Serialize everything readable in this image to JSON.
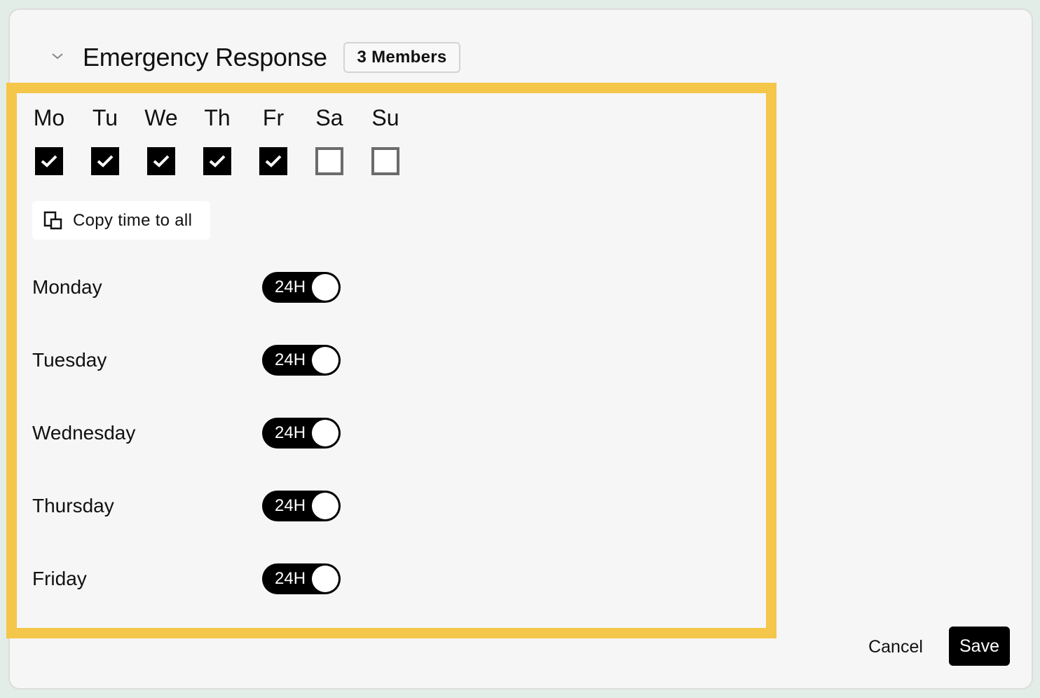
{
  "group": {
    "title": "Emergency Response",
    "members_badge": "3 Members"
  },
  "weekdays": [
    {
      "abbr": "Mo",
      "checked": true
    },
    {
      "abbr": "Tu",
      "checked": true
    },
    {
      "abbr": "We",
      "checked": true
    },
    {
      "abbr": "Th",
      "checked": true
    },
    {
      "abbr": "Fr",
      "checked": true
    },
    {
      "abbr": "Sa",
      "checked": false
    },
    {
      "abbr": "Su",
      "checked": false
    }
  ],
  "copy_button": {
    "label": "Copy time to all",
    "icon": "copy-icon"
  },
  "schedule": [
    {
      "day": "Monday",
      "toggle_label": "24H",
      "toggle_on": true
    },
    {
      "day": "Tuesday",
      "toggle_label": "24H",
      "toggle_on": true
    },
    {
      "day": "Wednesday",
      "toggle_label": "24H",
      "toggle_on": true
    },
    {
      "day": "Thursday",
      "toggle_label": "24H",
      "toggle_on": true
    },
    {
      "day": "Friday",
      "toggle_label": "24H",
      "toggle_on": true
    }
  ],
  "actions": {
    "cancel_label": "Cancel",
    "save_label": "Save"
  },
  "colors": {
    "highlight": "#f4c64a",
    "primary": "#000000",
    "background": "#f6f6f6"
  }
}
